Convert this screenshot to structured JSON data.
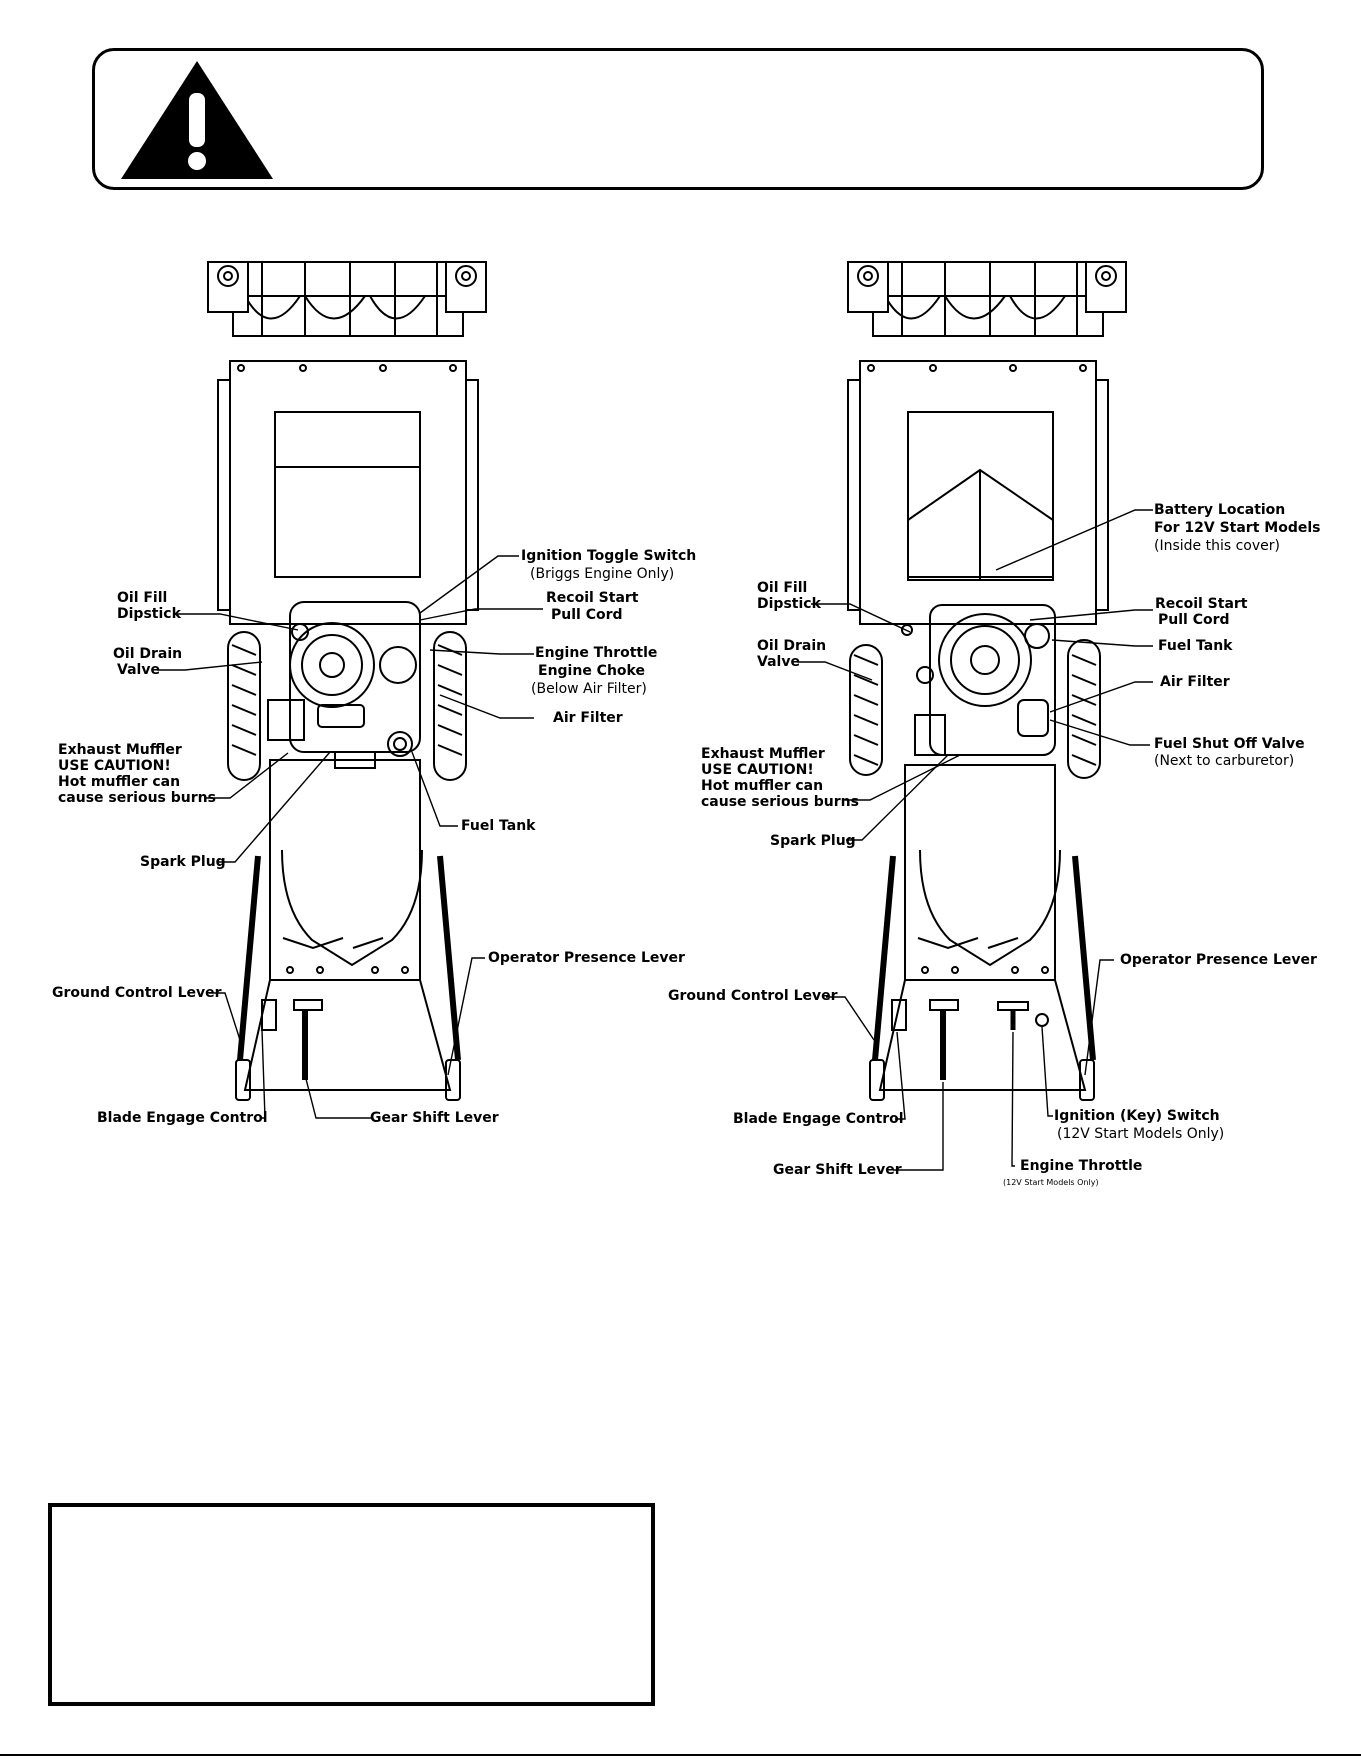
{
  "left": {
    "ignition_toggle": "Ignition Toggle Switch",
    "ignition_toggle_note": "(Briggs Engine Only)",
    "oil_fill": "Oil Fill",
    "dipstick": "Dipstick",
    "recoil_1": "Recoil Start",
    "recoil_2": "Pull Cord",
    "oil_drain_1": "Oil Drain",
    "oil_drain_2": "Valve",
    "engine_throttle": "Engine Throttle",
    "engine_choke": "Engine Choke",
    "choke_note": "(Below Air Filter)",
    "air_filter": "Air Filter",
    "muffler_1": "Exhaust Muffler",
    "muffler_2": "USE CAUTION!",
    "muffler_3": "Hot muffler can",
    "muffler_4": "cause serious burns",
    "fuel_tank": "Fuel Tank",
    "spark_plug": "Spark Plug",
    "operator_presence": "Operator Presence Lever",
    "ground_control": "Ground Control Lever",
    "blade_engage": "Blade Engage Control",
    "gear_shift": "Gear Shift Lever"
  },
  "right": {
    "battery_1": "Battery Location",
    "battery_2": "For 12V Start Models",
    "battery_note": "(Inside this cover)",
    "oil_fill": "Oil Fill",
    "dipstick": "Dipstick",
    "recoil_1": "Recoil Start",
    "recoil_2": "Pull Cord",
    "fuel_tank": "Fuel Tank",
    "oil_drain_1": "Oil Drain",
    "oil_drain_2": "Valve",
    "air_filter": "Air Filter",
    "muffler_1": "Exhaust Muffler",
    "muffler_2": "USE CAUTION!",
    "muffler_3": "Hot muffler can",
    "muffler_4": "cause serious burns",
    "fuel_shutoff": "Fuel Shut Off Valve",
    "fuel_shutoff_note": "(Next to carburetor)",
    "spark_plug": "Spark Plug",
    "operator_presence": "Operator Presence Lever",
    "ground_control": "Ground Control Lever",
    "blade_engage": "Blade Engage Control",
    "ignition_key": "Ignition (Key) Switch",
    "ignition_key_note": "(12V Start Models Only)",
    "gear_shift": "Gear Shift Lever",
    "engine_throttle": "Engine Throttle",
    "engine_throttle_note": "(12V Start Models Only)"
  }
}
